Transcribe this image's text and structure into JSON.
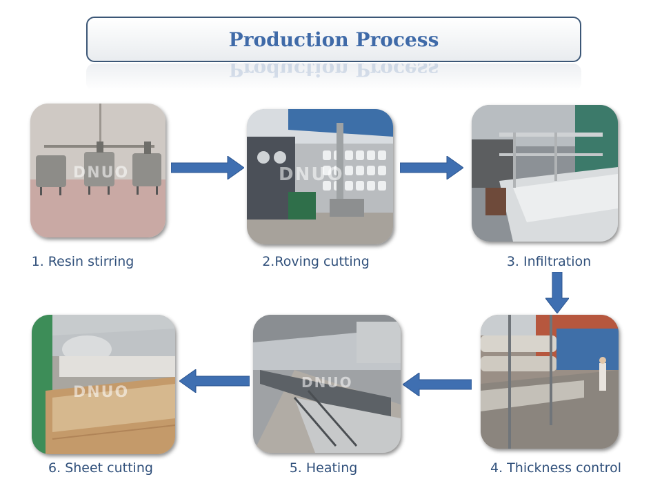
{
  "title": "Production Process",
  "watermark": "DNUO",
  "steps": [
    {
      "label": "1. Resin stirring"
    },
    {
      "label": "2.Roving cutting"
    },
    {
      "label": "3. Infiltration"
    },
    {
      "label": "4. Thickness control"
    },
    {
      "label": "5. Heating"
    },
    {
      "label": "6. Sheet cutting"
    }
  ],
  "colors": {
    "arrow": "#3f6fb1",
    "label": "#2f4f7a",
    "title": "#3f6aa8"
  }
}
